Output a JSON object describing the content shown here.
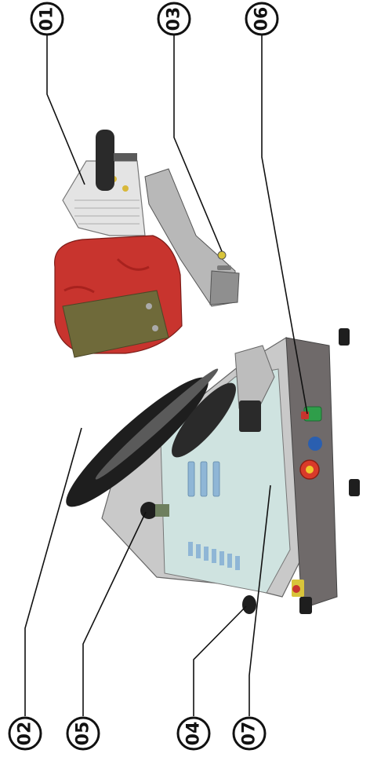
{
  "callouts": [
    {
      "id": "01",
      "label": "01"
    },
    {
      "id": "03",
      "label": "03"
    },
    {
      "id": "06",
      "label": "06"
    },
    {
      "id": "02",
      "label": "02"
    },
    {
      "id": "05",
      "label": "05"
    },
    {
      "id": "04",
      "label": "04"
    },
    {
      "id": "07",
      "label": "07"
    }
  ],
  "colors": {
    "ink": "#111111",
    "machine_body": "#c9c9c9",
    "machine_dark": "#6f6a6a",
    "front_panel": "#cfe3e0",
    "red_part": "#c8342e",
    "olive_band": "#6f6a3a",
    "emergency_stop": "#d93a2a",
    "start_button": "#2f9e4a",
    "blue_button": "#2a5fb0",
    "blade": "#1e1e1e"
  },
  "icons": [
    "slicer-machine-illustration",
    "carriage-assembly-illustration"
  ]
}
